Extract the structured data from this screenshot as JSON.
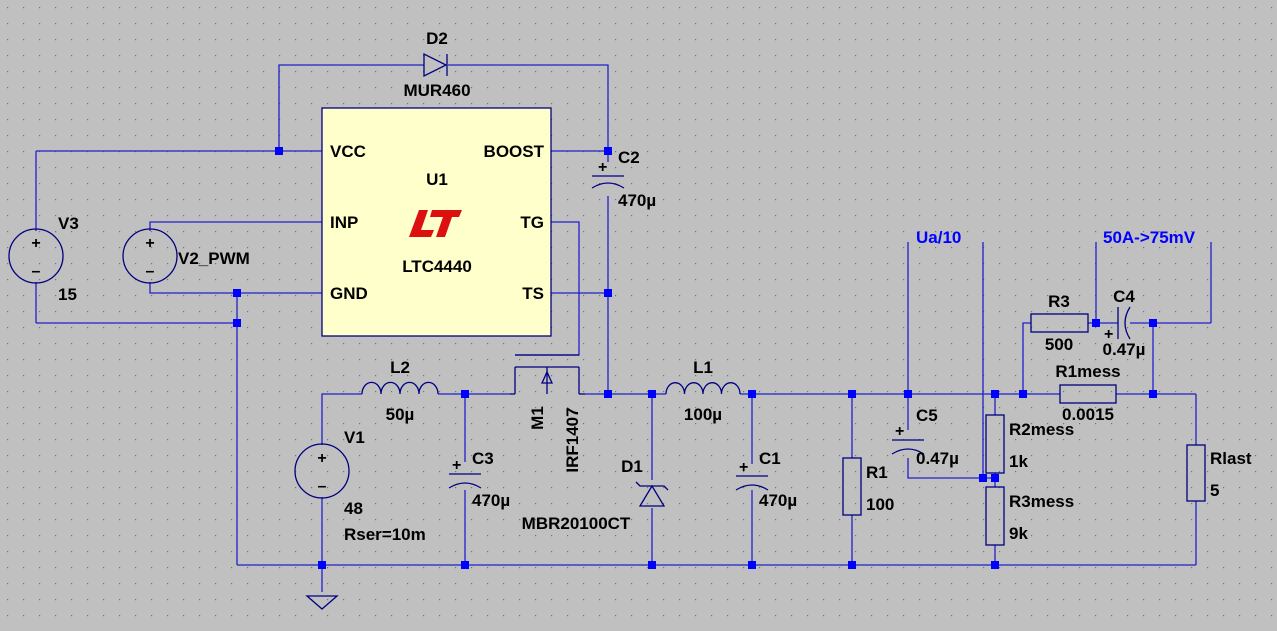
{
  "u1": {
    "name": "U1",
    "part": "LTC4440",
    "pins": {
      "vcc": "VCC",
      "inp": "INP",
      "gnd": "GND",
      "boost": "BOOST",
      "tg": "TG",
      "ts": "TS"
    }
  },
  "d2": {
    "name": "D2",
    "value": "MUR460"
  },
  "c2": {
    "name": "C2",
    "value": "470µ"
  },
  "v3": {
    "name": "V3",
    "value": "15"
  },
  "v2": {
    "name": "V2_PWM"
  },
  "v1": {
    "name": "V1",
    "value": "48",
    "extra": "Rser=10m"
  },
  "l2": {
    "name": "L2",
    "value": "50µ"
  },
  "c3": {
    "name": "C3",
    "value": "470µ"
  },
  "m1": {
    "name": "M1",
    "value": "IRF1407"
  },
  "l1": {
    "name": "L1",
    "value": "100µ"
  },
  "d1": {
    "name": "D1",
    "value": "MBR20100CT"
  },
  "c1": {
    "name": "C1",
    "value": "470µ"
  },
  "r1": {
    "name": "R1",
    "value": "100"
  },
  "c5": {
    "name": "C5",
    "value": "0.47µ"
  },
  "r2mess": {
    "name": "R2mess",
    "value": "1k"
  },
  "r3mess": {
    "name": "R3mess",
    "value": "9k"
  },
  "r3": {
    "name": "R3",
    "value": "500"
  },
  "c4": {
    "name": "C4",
    "value": "0.47µ"
  },
  "r1mess": {
    "name": "R1mess",
    "value": "0.0015"
  },
  "rlast": {
    "name": "Rlast",
    "value": "5"
  },
  "nets": {
    "ua": "Ua/10",
    "ishunt": "50A->75mV"
  },
  "colors": {
    "background": "#c0c0c0",
    "wire": "#2020c8",
    "component": "#000080",
    "ic_fill": "#ffffcc",
    "net_label": "#0000ff",
    "logo": "#dd1010"
  }
}
